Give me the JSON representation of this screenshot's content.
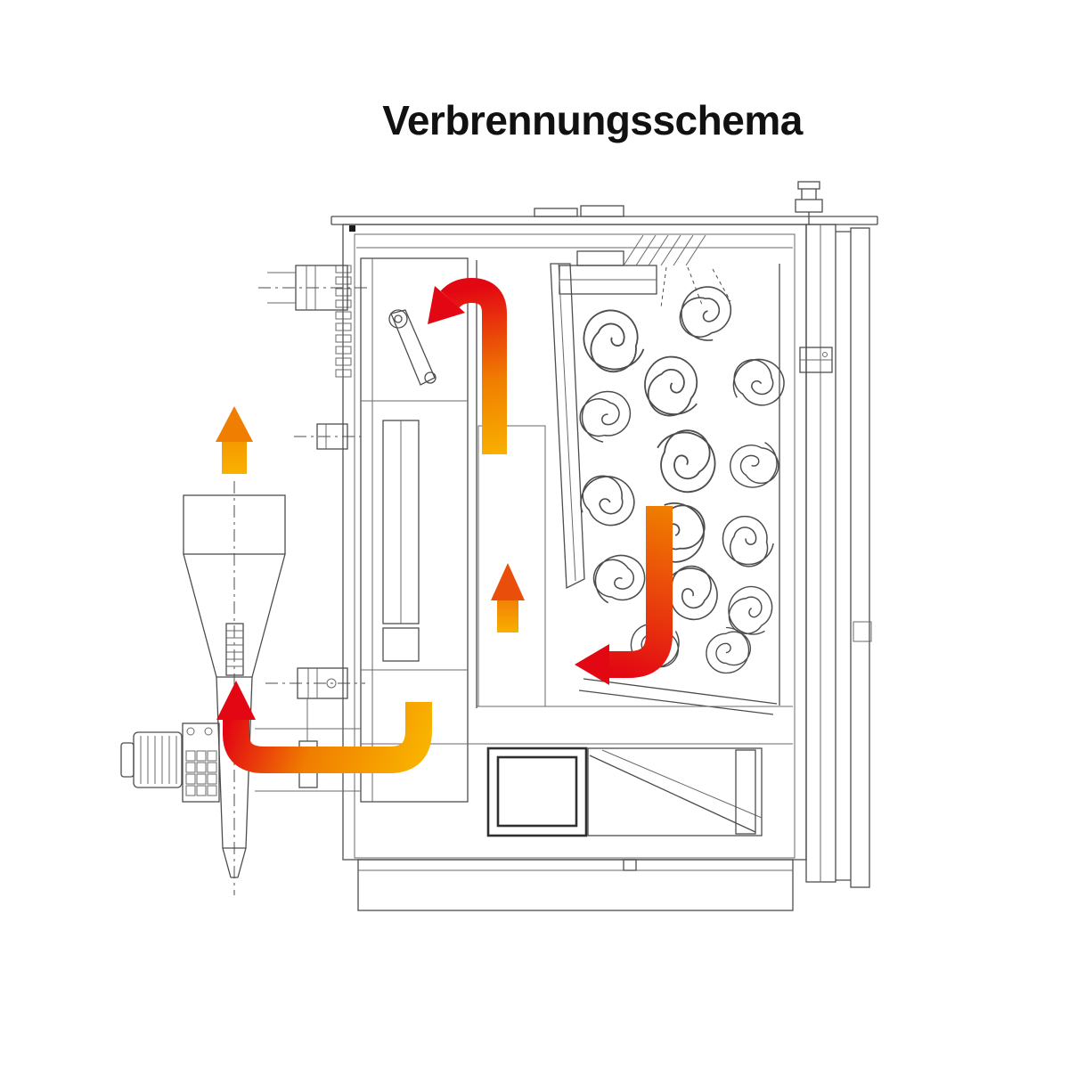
{
  "title": "Verbrennungsschema",
  "colors": {
    "arrow_yellow": "#F9B200",
    "arrow_orange": "#F07E00",
    "arrow_red": "#E30613",
    "line_gray": "#4D4D4D",
    "line_dark": "#2F2F2F",
    "background": "#FFFFFF"
  },
  "flows": [
    {
      "id": "exhaust-outlet-arrow",
      "description": "up and out of cyclone separator",
      "from_color": "#F9B200",
      "to_color": "#F07E00"
    },
    {
      "id": "flue-gas-riser-arrow",
      "description": "rises in middle flue, turns left into heat exchanger",
      "from_color": "#F9B200",
      "to_color": "#E30613"
    },
    {
      "id": "secondary-flow-arrow",
      "description": "small upward flow in middle channel",
      "from_color": "#F9B200",
      "to_color": "#E94E0B"
    },
    {
      "id": "combustion-gas-down-arrow",
      "description": "down through coil chamber, turns left to burner",
      "from_color": "#F07E00",
      "to_color": "#E30613"
    },
    {
      "id": "return-flow-arrow",
      "description": "down, left and up into cyclone feed",
      "from_color": "#F9B200",
      "to_color": "#E30613"
    }
  ]
}
